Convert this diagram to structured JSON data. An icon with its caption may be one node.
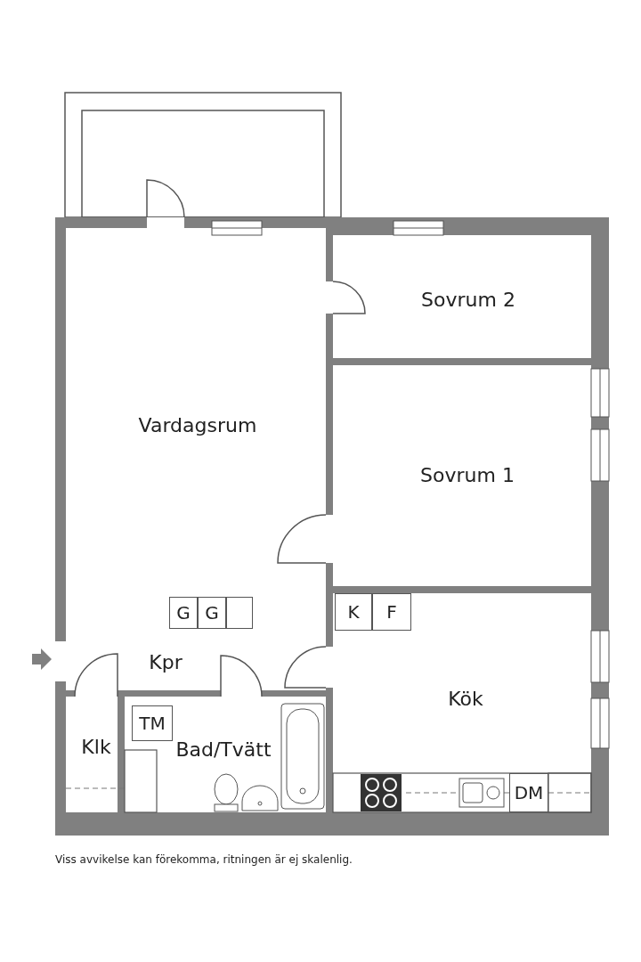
{
  "diagram": {
    "caption": "Viss avvikelse kan förekomma, ritningen är ej skalenlig.",
    "nodes": [
      {
        "text": [
          "Sovrum 2"
        ]
      },
      {
        "text": [
          "Vardagsrum"
        ]
      },
      {
        "text": [
          "Sovrum 1"
        ]
      },
      {
        "text": [
          "G"
        ],
        "in": 1
      },
      {
        "text": [
          "G"
        ],
        "in": 1
      },
      {
        "text": [],
        "shape": "box",
        "in": 1
      },
      {
        "text": [
          "Kök"
        ]
      },
      {
        "text": [
          "K"
        ],
        "in": 6
      },
      {
        "text": [
          "F"
        ],
        "in": 6
      },
      {
        "text": [
          "Kpr"
        ]
      },
      {
        "text": [
          "Klk"
        ]
      },
      {
        "text": [
          "Bad/Tvätt"
        ]
      },
      {
        "text": [
          "TM"
        ],
        "in": 11
      },
      {
        "text": [
          "DM"
        ],
        "in": 6
      }
    ]
  }
}
